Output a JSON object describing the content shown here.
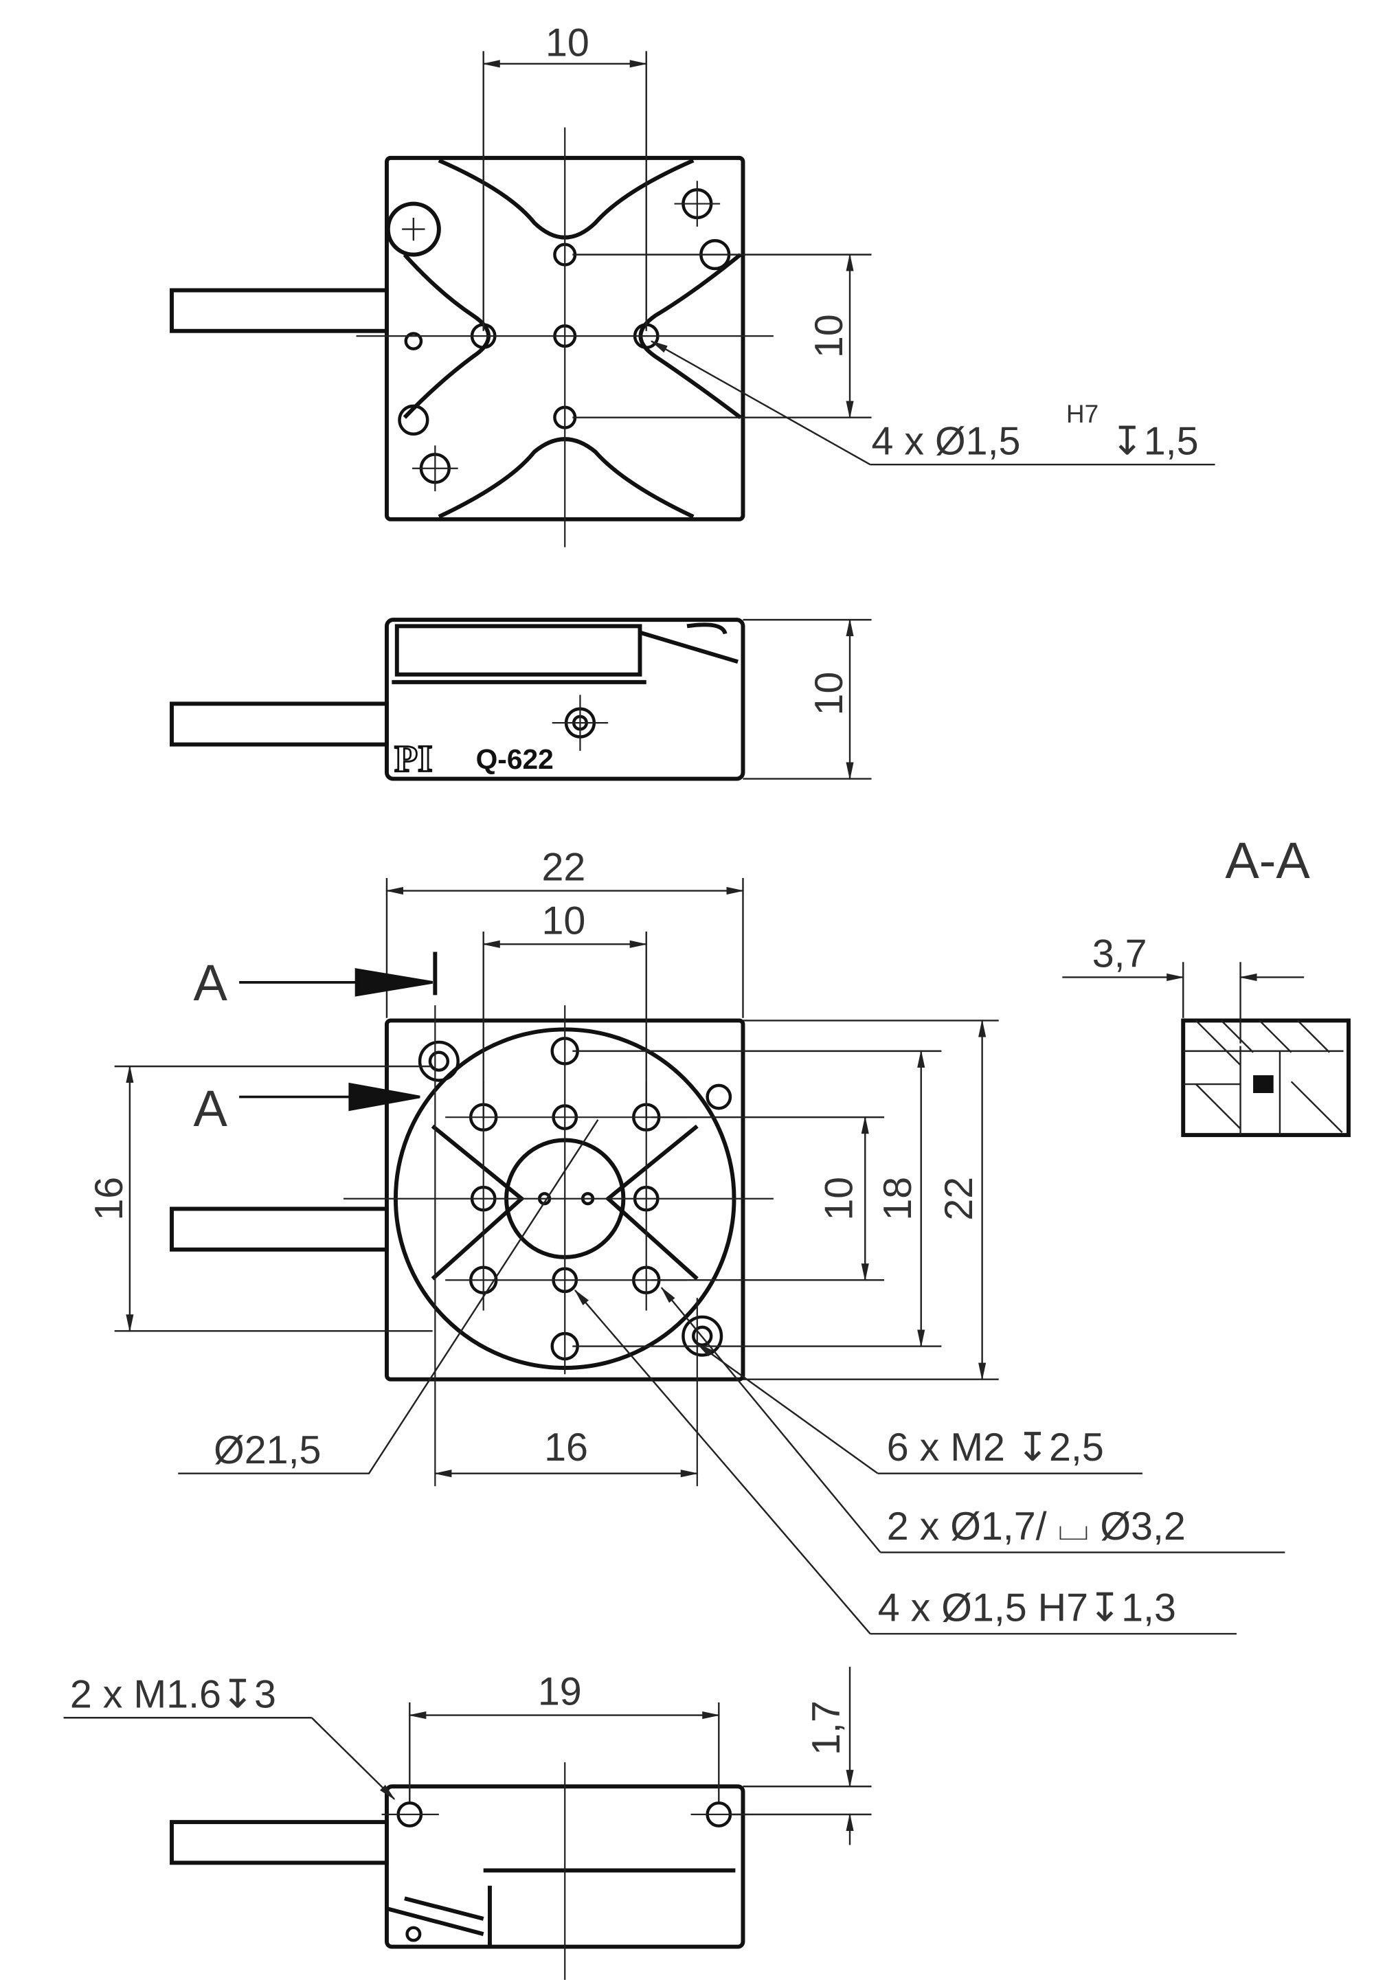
{
  "top_view": {
    "dim_h": "10",
    "dim_v": "10",
    "callout": "4 x Ø1,5",
    "callout_sup": "H7",
    "callout_depth": "↧1,5"
  },
  "side_view": {
    "dim_v": "10",
    "logo": "PI",
    "model": "Q-622"
  },
  "bottom_view": {
    "dim_width": "22",
    "dim_inner": "10",
    "section_label_1": "A",
    "section_label_2": "A",
    "dim_left": "16",
    "dim_r1": "10",
    "dim_r2": "18",
    "dim_r3": "22",
    "dim_bottom": "16",
    "diameter": "Ø21,5",
    "callout_1": "6 x M2 ↧2,5",
    "callout_2": "2 x Ø1,7/ ⌴ Ø3,2",
    "callout_3": "4 x Ø1,5 H7↧1,3"
  },
  "section": {
    "title": "A-A",
    "dim": "3,7"
  },
  "front_view": {
    "dim_width": "19",
    "dim_v": "1,7",
    "callout": "2 x M1.6↧3"
  }
}
